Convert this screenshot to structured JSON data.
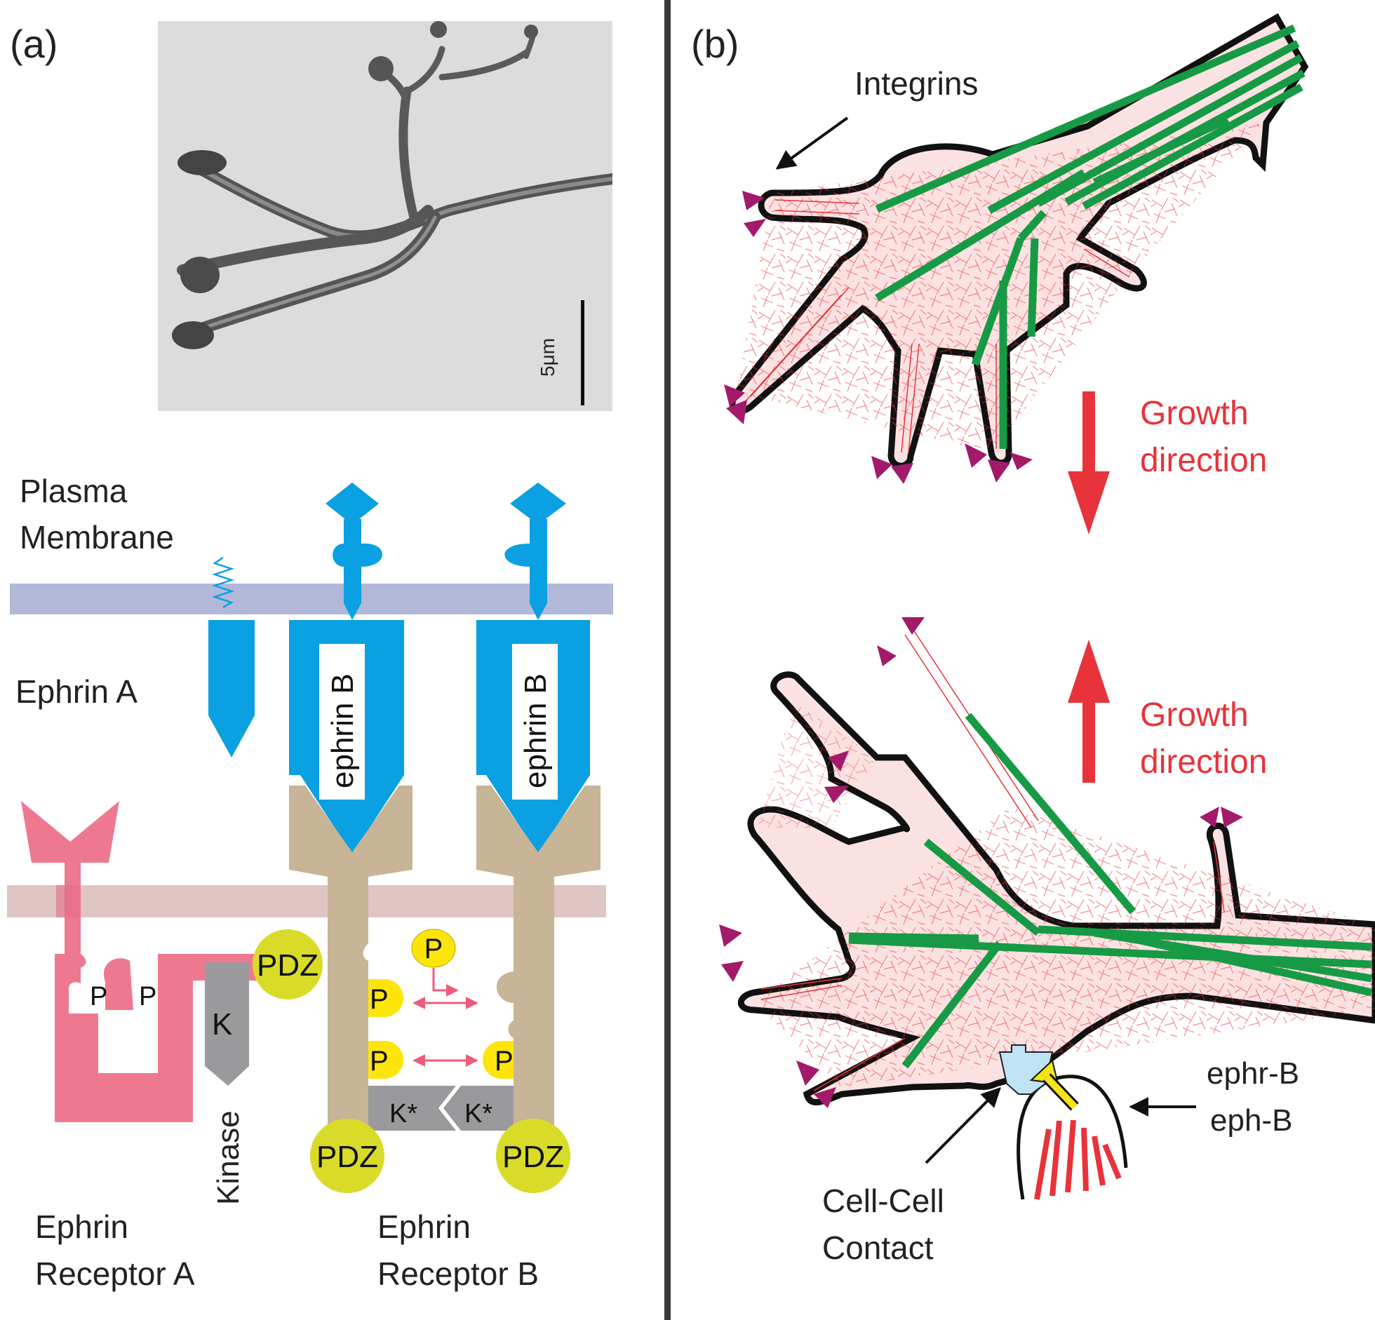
{
  "panel_a": {
    "label": "(a)",
    "micrograph": {
      "scale_bar": "5μm"
    },
    "labels": {
      "plasma_membrane_1": "Plasma",
      "plasma_membrane_2": "Membrane",
      "ephrin_a": "Ephrin A",
      "ephrin_b_1": "ephrin B",
      "ephrin_b_2": "ephrin B",
      "receptor_a_1": "Ephrin",
      "receptor_a_2": "Receptor A",
      "receptor_b_1": "Ephrin",
      "receptor_b_2": "Receptor B",
      "kinase": "Kinase",
      "k": "K",
      "k_star": "K*",
      "p": "P",
      "pdz": "PDZ"
    }
  },
  "panel_b": {
    "label": "(b)",
    "labels": {
      "integrins": "Integrins",
      "growth_1": "Growth",
      "direction_1": "direction",
      "growth_2": "Growth",
      "direction_2": "direction",
      "ephr_b": "ephr-B",
      "eph_b": "eph-B",
      "cell_contact_1": "Cell-Cell",
      "cell_contact_2": "Contact"
    }
  },
  "colors": {
    "ephrin_blue": "#0aa0e2",
    "receptor_a_pink": "#ef7891",
    "receptor_b_tan": "#c8b496",
    "pdz_yellow": "#d8dc28",
    "p_yellow": "#fde50c",
    "kinase_gray": "#9a9a9d",
    "membrane_top": "#b2b8d8",
    "membrane_bottom": "#dcbfbe",
    "actin_red": "#e8333a",
    "microtubule_green": "#179a45",
    "integrin_purple": "#a31a6b",
    "growth_arrow_red": "#e8333a",
    "contact_blue": "#bfe2f4",
    "contact_arrow_yellow": "#f3e516",
    "divider": "#3a3a3a"
  }
}
